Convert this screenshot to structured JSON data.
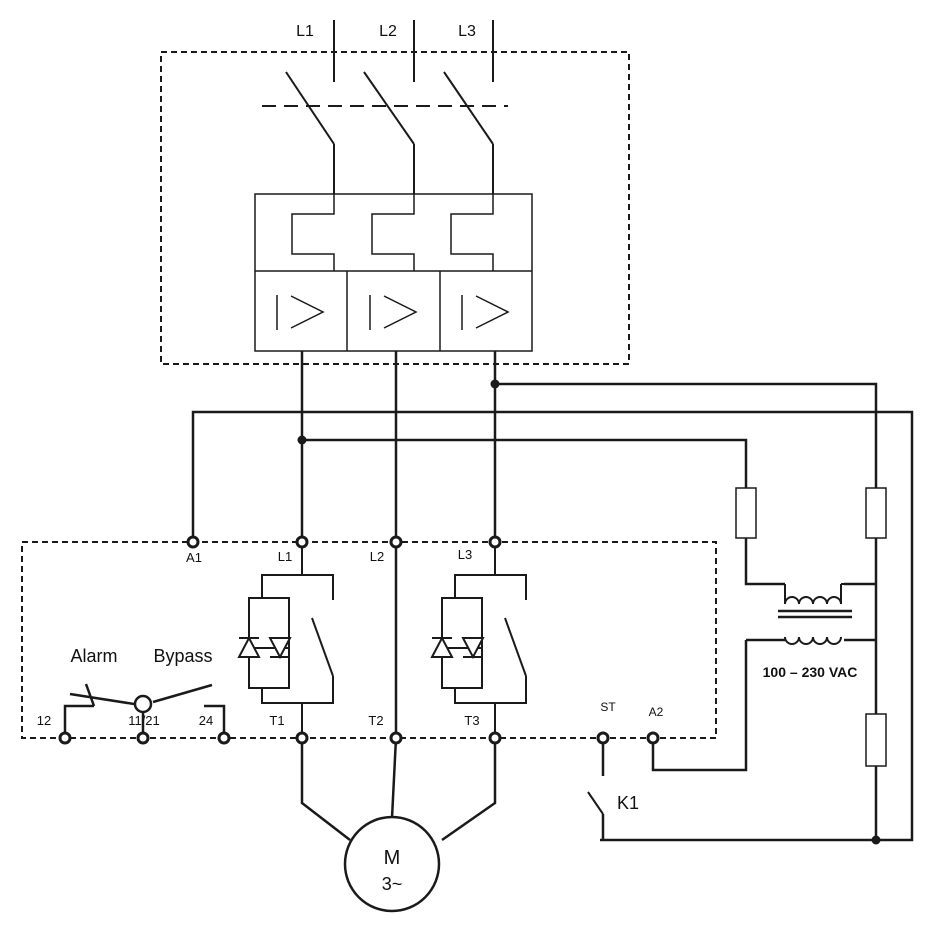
{
  "lines": {
    "l1": "L1",
    "l2": "L2",
    "l3": "L3"
  },
  "terminals": {
    "a1": "A1",
    "a2": "A2",
    "st": "ST",
    "in_l1": "L1",
    "in_l2": "L2",
    "in_l3": "L3",
    "t1": "T1",
    "t2": "T2",
    "t3": "T3",
    "t12": "12",
    "t1121": "11/21",
    "t24": "24"
  },
  "relays": {
    "alarm": "Alarm",
    "bypass": "Bypass"
  },
  "transformer": {
    "voltage": "100 – 230 VAC"
  },
  "switch_k1": "K1",
  "motor": {
    "name": "M",
    "phase": "3~"
  },
  "colors": {
    "ink": "#1a1a1a",
    "background": "#ffffff"
  }
}
